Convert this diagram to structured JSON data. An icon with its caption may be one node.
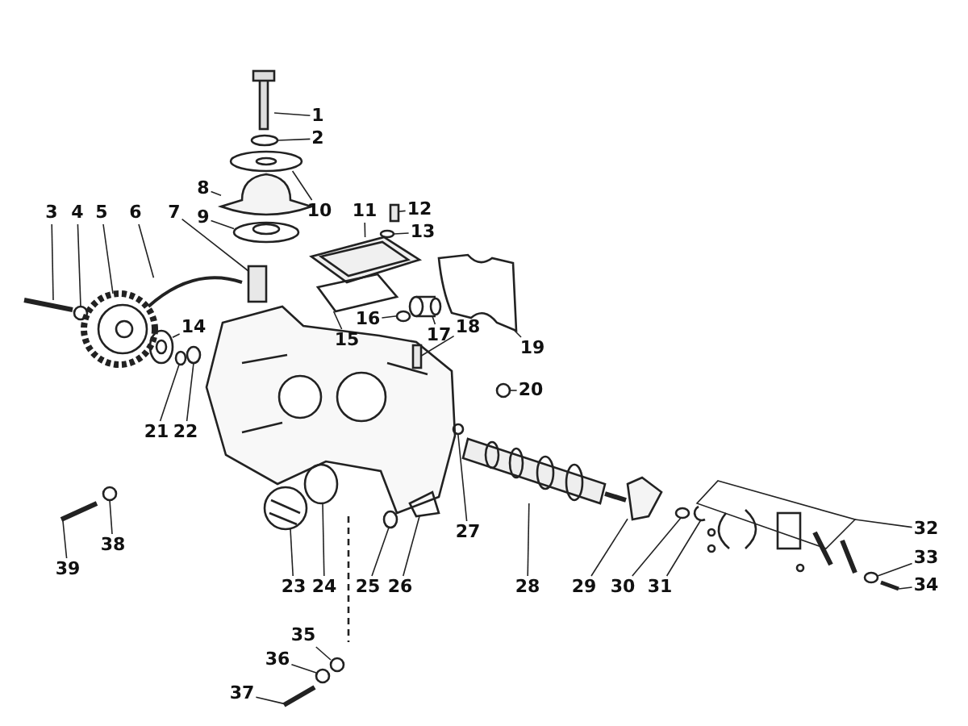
{
  "diagram": {
    "nodes": [
      {
        "text": [
          "1"
        ]
      },
      {
        "text": [
          "2"
        ]
      },
      {
        "text": [
          "3"
        ]
      },
      {
        "text": [
          "4"
        ]
      },
      {
        "text": [
          "5"
        ]
      },
      {
        "text": [
          "6"
        ]
      },
      {
        "text": [
          "7"
        ]
      },
      {
        "text": [
          "8"
        ]
      },
      {
        "text": [
          "9"
        ]
      },
      {
        "text": [
          "10"
        ]
      },
      {
        "text": [
          "11"
        ]
      },
      {
        "text": [
          "12"
        ]
      },
      {
        "text": [
          "13"
        ]
      },
      {
        "text": [
          "14"
        ]
      },
      {
        "text": [
          "15"
        ]
      },
      {
        "text": [
          "16"
        ]
      },
      {
        "text": [
          "17"
        ]
      },
      {
        "text": [
          "18"
        ]
      },
      {
        "text": [
          "19"
        ]
      },
      {
        "text": [
          "20"
        ]
      },
      {
        "text": [
          "21"
        ]
      },
      {
        "text": [
          "22"
        ]
      },
      {
        "text": [
          "23"
        ]
      },
      {
        "text": [
          "24"
        ]
      },
      {
        "text": [
          "25"
        ]
      },
      {
        "text": [
          "26"
        ]
      },
      {
        "text": [
          "27"
        ]
      },
      {
        "text": [
          "28"
        ]
      },
      {
        "text": [
          "29"
        ]
      },
      {
        "text": [
          "30"
        ]
      },
      {
        "text": [
          "31"
        ]
      },
      {
        "text": [
          "32"
        ]
      },
      {
        "text": [
          "33"
        ]
      },
      {
        "text": [
          "34"
        ]
      },
      {
        "text": [
          "35"
        ]
      },
      {
        "text": [
          "36"
        ]
      },
      {
        "text": [
          "37"
        ]
      },
      {
        "text": [
          "38"
        ]
      },
      {
        "text": [
          "39"
        ]
      },
      {
        "text": [],
        "shape": "picture"
      },
      {
        "text": [],
        "shape": "circle"
      },
      {
        "text": [],
        "shape": "picture"
      },
      {
        "text": [],
        "shape": "circle"
      },
      {
        "text": [],
        "shape": "picture"
      },
      {
        "text": [],
        "shape": "picture"
      },
      {
        "text": [],
        "shape": "box"
      },
      {
        "text": [],
        "shape": "picture"
      },
      {
        "text": [],
        "shape": "picture"
      },
      {
        "text": [],
        "shape": "picture"
      },
      {
        "text": [],
        "shape": "picture"
      },
      {
        "text": [],
        "shape": "box"
      },
      {
        "text": [],
        "shape": "circle"
      },
      {
        "text": [],
        "shape": "picture"
      },
      {
        "text": [],
        "shape": "picture"
      },
      {
        "text": [],
        "shape": "circle"
      },
      {
        "text": [],
        "shape": "cylinder"
      },
      {
        "text": [],
        "shape": "box"
      },
      {
        "text": [],
        "shape": "picture"
      },
      {
        "text": [],
        "shape": "circle"
      },
      {
        "text": [],
        "shape": "circle"
      },
      {
        "text": [],
        "shape": "circle"
      },
      {
        "text": [],
        "shape": "picture"
      },
      {
        "text": [],
        "shape": "circle"
      },
      {
        "text": [],
        "shape": "circle"
      },
      {
        "text": [],
        "shape": "picture"
      },
      {
        "text": [],
        "shape": "circle"
      },
      {
        "text": [],
        "shape": "picture"
      },
      {
        "text": [],
        "shape": "picture"
      },
      {
        "text": [],
        "shape": "circle"
      },
      {
        "text": [],
        "shape": "picture"
      },
      {
        "text": [],
        "shape": "picture"
      },
      {
        "text": [],
        "shape": "circle"
      },
      {
        "text": [],
        "shape": "picture"
      },
      {
        "text": [],
        "shape": "circle"
      },
      {
        "text": [],
        "shape": "circle"
      },
      {
        "text": [],
        "shape": "picture"
      },
      {
        "text": [],
        "shape": "circle"
      },
      {
        "text": [],
        "shape": "picture"
      }
    ],
    "edges": [
      {
        "from": 0,
        "to": 39,
        "arrow": "none"
      },
      {
        "from": 1,
        "to": 40,
        "arrow": "none"
      },
      {
        "from": 2,
        "to": 41,
        "arrow": "none"
      },
      {
        "from": 3,
        "to": 42,
        "arrow": "none"
      },
      {
        "from": 4,
        "to": 43,
        "arrow": "none"
      },
      {
        "from": 5,
        "to": 44,
        "arrow": "none"
      },
      {
        "from": 6,
        "to": 45,
        "arrow": "none"
      },
      {
        "from": 7,
        "to": 46,
        "arrow": "none"
      },
      {
        "from": 8,
        "to": 47,
        "arrow": "none"
      },
      {
        "from": 9,
        "to": 48,
        "arrow": "none"
      },
      {
        "from": 10,
        "to": 49,
        "arrow": "none"
      },
      {
        "from": 11,
        "to": 50,
        "arrow": "none"
      },
      {
        "from": 12,
        "to": 51,
        "arrow": "none"
      },
      {
        "from": 13,
        "to": 52,
        "arrow": "none"
      },
      {
        "from": 14,
        "to": 53,
        "arrow": "none"
      },
      {
        "from": 15,
        "to": 54,
        "arrow": "none"
      },
      {
        "from": 16,
        "to": 55,
        "arrow": "none"
      },
      {
        "from": 17,
        "to": 56,
        "arrow": "none"
      },
      {
        "from": 18,
        "to": 57,
        "arrow": "none"
      },
      {
        "from": 19,
        "to": 58,
        "arrow": "none"
      },
      {
        "from": 20,
        "to": 59,
        "arrow": "none"
      },
      {
        "from": 21,
        "to": 60,
        "arrow": "none"
      },
      {
        "from": 22,
        "to": 61,
        "arrow": "none"
      },
      {
        "from": 23,
        "to": 62,
        "arrow": "none"
      },
      {
        "from": 24,
        "to": 63,
        "arrow": "none"
      },
      {
        "from": 25,
        "to": 64,
        "arrow": "none"
      },
      {
        "from": 26,
        "to": 65,
        "arrow": "none"
      },
      {
        "from": 27,
        "to": 66,
        "arrow": "none"
      },
      {
        "from": 28,
        "to": 67,
        "arrow": "none"
      },
      {
        "from": 29,
        "to": 68,
        "arrow": "none"
      },
      {
        "from": 30,
        "to": 69,
        "arrow": "none"
      },
      {
        "from": 31,
        "to": 70,
        "arrow": "none"
      },
      {
        "from": 32,
        "to": 71,
        "arrow": "none"
      },
      {
        "from": 33,
        "to": 72,
        "arrow": "none"
      },
      {
        "from": 34,
        "to": 73,
        "arrow": "none"
      },
      {
        "from": 35,
        "to": 74,
        "arrow": "none"
      },
      {
        "from": 36,
        "to": 75,
        "arrow": "none"
      },
      {
        "from": 37,
        "to": 76,
        "arrow": "none"
      },
      {
        "from": 38,
        "to": 77,
        "arrow": "none"
      }
    ]
  }
}
